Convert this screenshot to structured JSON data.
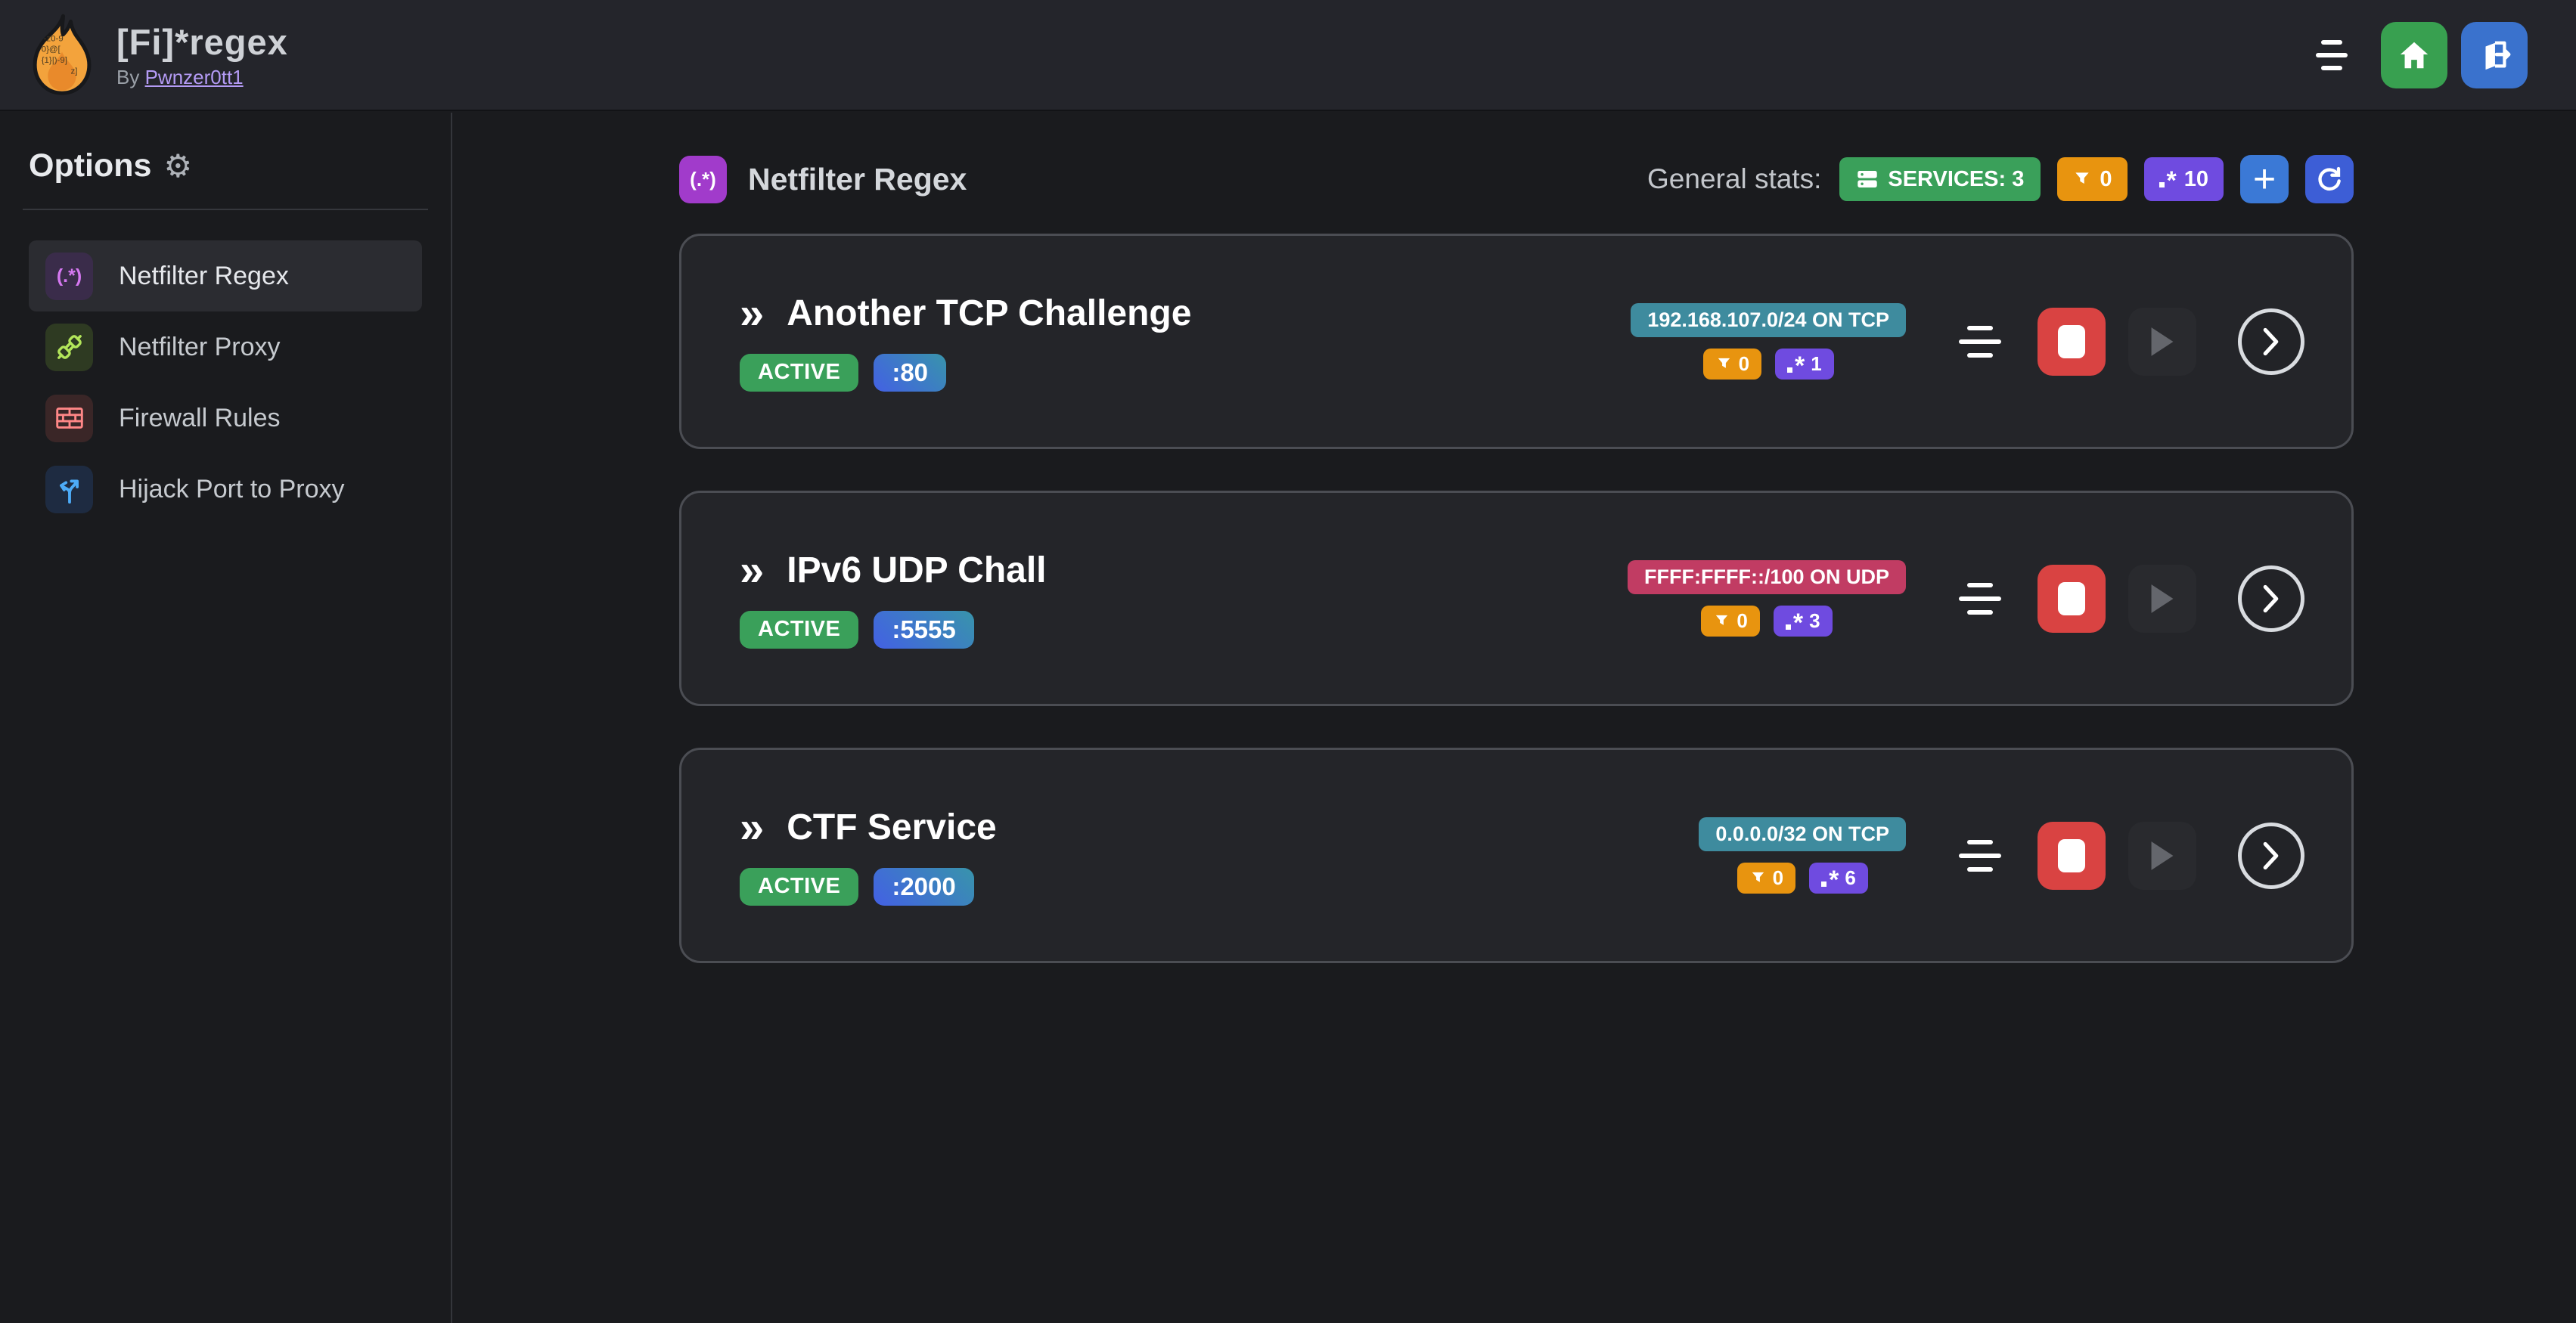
{
  "app": {
    "title": "[Fi]*regex",
    "byline_prefix": "By",
    "author_link": "Pwnzer0tt1",
    "logo_chars": [
      "-z0-9",
      "0}@[",
      "{1}|)-9]",
      "(1",
      "z]"
    ]
  },
  "icons": {
    "gear": "⚙",
    "double_chevron": "»",
    "regex_glyph": "(.*)",
    "plus": "+",
    "asterisk": "*"
  },
  "sidebar": {
    "heading": "Options",
    "items": [
      {
        "label": "Netfilter Regex"
      },
      {
        "label": "Netfilter Proxy"
      },
      {
        "label": "Firewall Rules"
      },
      {
        "label": "Hijack Port to Proxy"
      }
    ]
  },
  "main": {
    "title": "Netfilter Regex",
    "stats_label": "General stats:",
    "services_badge": "SERVICES: 3",
    "filters_total": "0",
    "regexes_total": "10"
  },
  "services": [
    {
      "name": "Another TCP Challenge",
      "status": "ACTIVE",
      "port": ":80",
      "target": "192.168.107.0/24 ON TCP",
      "filters": "0",
      "regexes": "1",
      "target_color": "#3e8b9e"
    },
    {
      "name": "IPv6 UDP Chall",
      "status": "ACTIVE",
      "port": ":5555",
      "target": "FFFF:FFFF::/100 ON UDP",
      "filters": "0",
      "regexes": "3",
      "target_color": "#c13c63"
    },
    {
      "name": "CTF Service",
      "status": "ACTIVE",
      "port": ":2000",
      "target": "0.0.0.0/32 ON TCP",
      "filters": "0",
      "regexes": "6",
      "target_color": "#3e8b9e"
    }
  ],
  "colors": {
    "accent_green": "#3aa05a",
    "accent_orange": "#e8940f",
    "accent_violet": "#6f4be0",
    "accent_blue": "#3b79d6",
    "accent_indigo": "#3d5ed6",
    "danger_red": "#d94342",
    "link_purple": "#b49bf5",
    "target_teal": "#3e8b9e",
    "target_pink": "#c13c63"
  }
}
